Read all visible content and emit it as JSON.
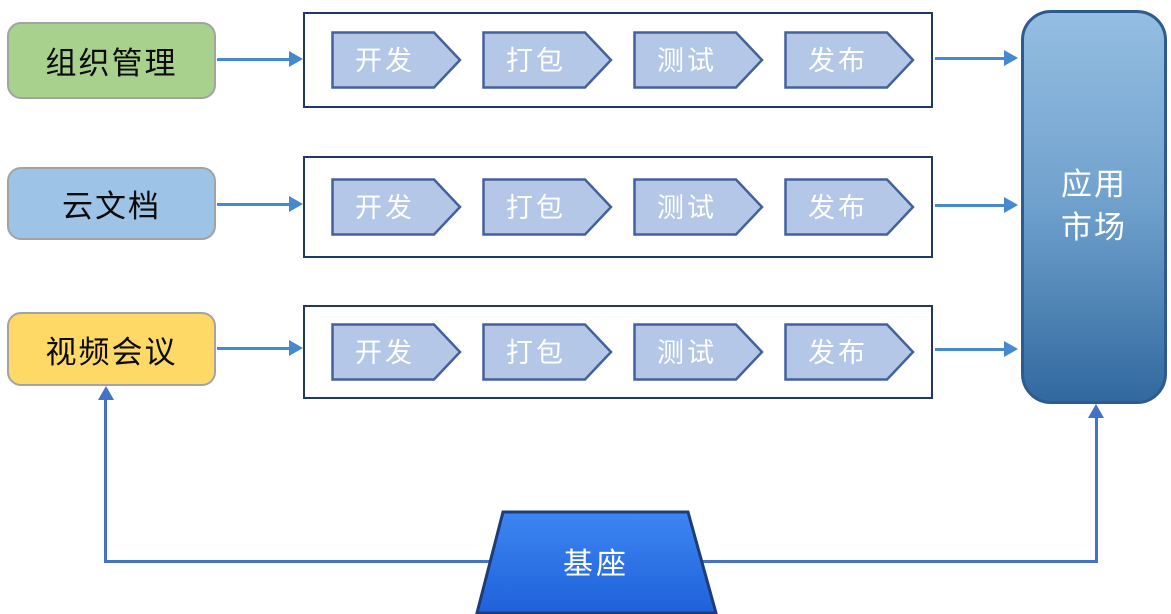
{
  "sources": [
    {
      "label": "组织管理",
      "fill": "#A9D18E"
    },
    {
      "label": "云文档",
      "fill": "#9DC3E6"
    },
    {
      "label": "视频会议",
      "fill": "#FFD966"
    }
  ],
  "pipelines": [
    {
      "stages": [
        "开发",
        "打包",
        "测试",
        "发布"
      ]
    },
    {
      "stages": [
        "开发",
        "打包",
        "测试",
        "发布"
      ]
    },
    {
      "stages": [
        "开发",
        "打包",
        "测试",
        "发布"
      ]
    }
  ],
  "market": {
    "line1": "应用",
    "line2": "市场"
  },
  "base": {
    "label": "基座"
  },
  "colors": {
    "chevron_fill": "#B4C7E7",
    "chevron_border": "#44619D",
    "pipeline_border": "#1F3864",
    "market_gradient_top": "#94BEE2",
    "market_gradient_bottom": "#31699F",
    "market_border": "#2E5B8F",
    "base_gradient_top": "#3E86F2",
    "base_gradient_bottom": "#1F61DB",
    "base_border": "#1E3C78",
    "flow_arrow": "#4789CE",
    "base_connector": "#4472C4",
    "source_border": "#A3A3A3"
  }
}
